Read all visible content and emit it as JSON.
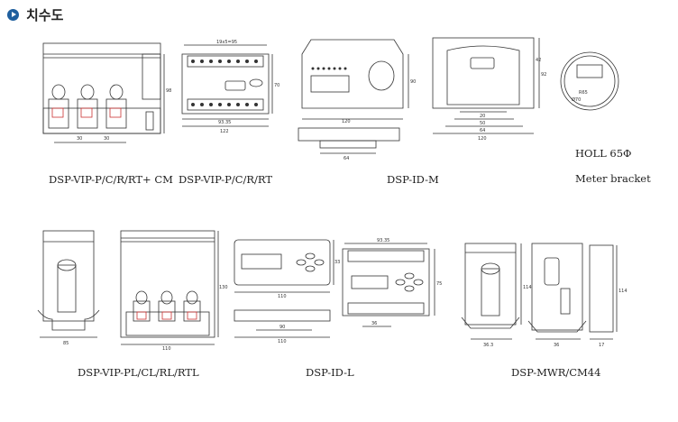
{
  "section_title": "치수도",
  "captions": {
    "vip_pcrrt_cm": "DSP-VIP-P/C/R/RT+ CM",
    "vip_pcrrt": "DSP-VIP-P/C/R/RT",
    "id_m": "DSP-ID-M",
    "holl": "HOLL 65Φ",
    "meter_bracket": "Meter bracket",
    "vip_plclrlrtl": "DSP-VIP-PL/CL/RL/RTL",
    "id_l": "DSP-ID-L",
    "mwr_cm44": "DSP-MWR/CM44"
  },
  "dims": {
    "d30a": "30",
    "d30b": "30",
    "d98a": "98",
    "d19x5": "19x5=95",
    "d70": "70",
    "d93": "93.35",
    "d122": "122",
    "d120a": "120",
    "d64a": "64",
    "d90": "90",
    "d20": "20",
    "d50": "50",
    "d64b": "64",
    "d120b": "120",
    "d92": "92",
    "d42": "42",
    "d65r": "R65",
    "d70r": "Ø70",
    "d85": "85",
    "d110a": "110",
    "d130": "130",
    "d110b": "110",
    "d33": "33",
    "d90b": "90",
    "d110c": "110",
    "d93b": "93.35",
    "d36": "36",
    "d75": "75",
    "d114a": "114",
    "d36b": "36.3",
    "d36c": "36",
    "d114b": "114",
    "d17": "17"
  }
}
